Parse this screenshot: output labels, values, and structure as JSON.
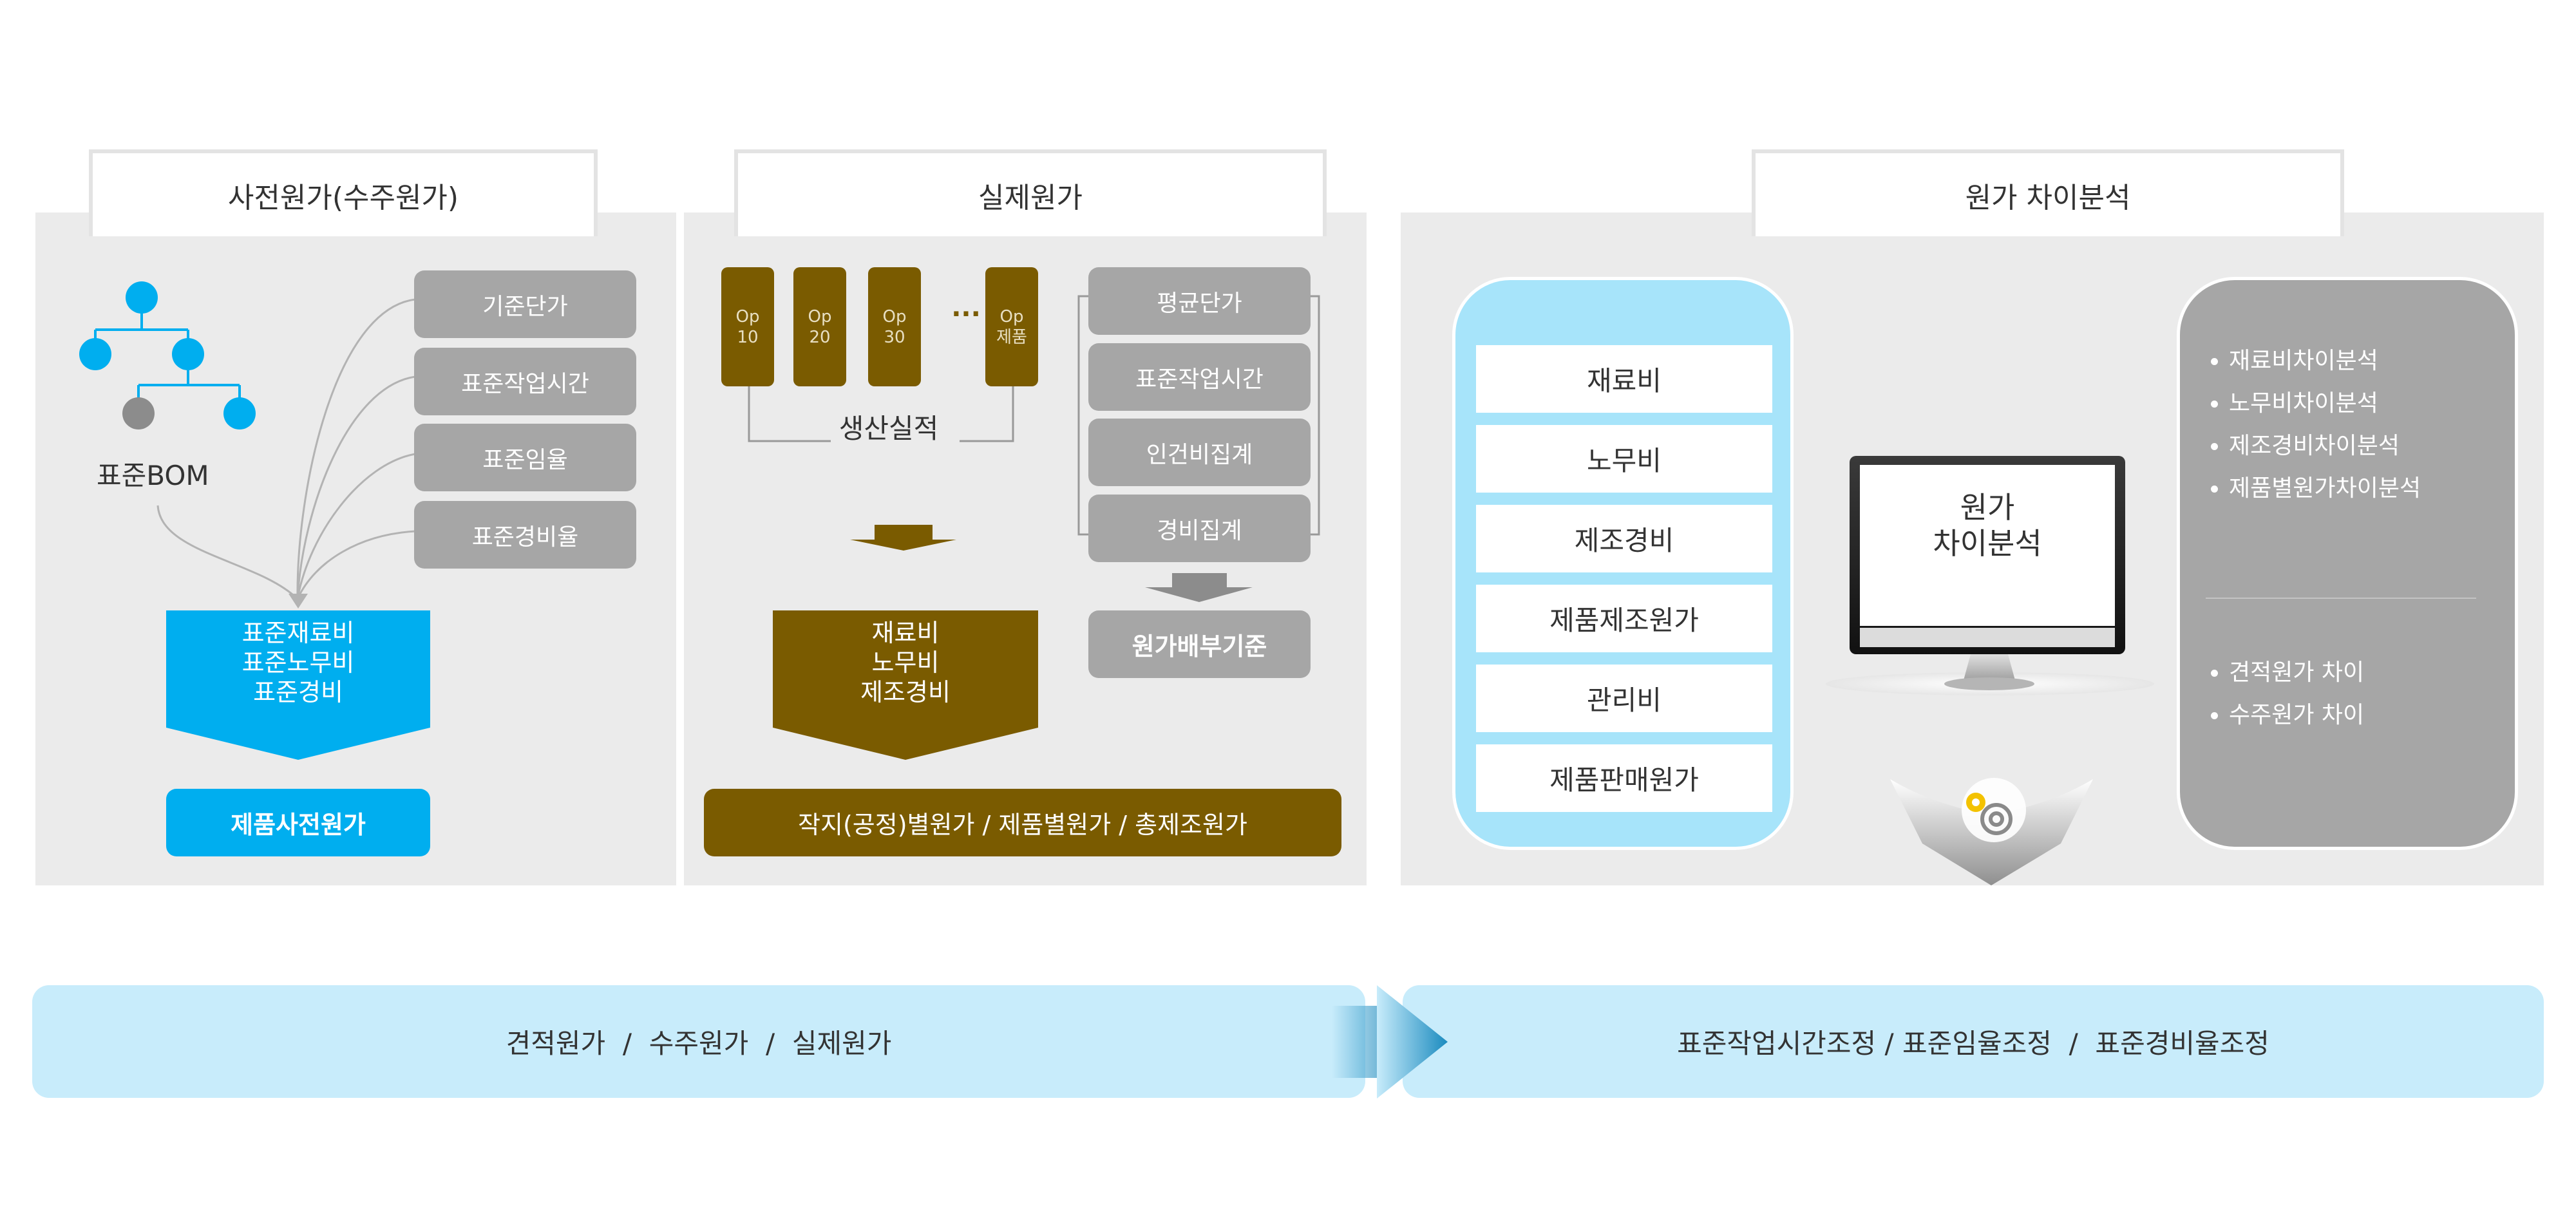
{
  "panel1": {
    "title": "사전원가(수주원가)",
    "items": [
      "기준단가",
      "표준작업시간",
      "표준임율",
      "표준경비율"
    ],
    "bom_label": "표준BOM",
    "blue_lines": [
      "표준재료비",
      "표준노무비",
      "표준경비"
    ],
    "result": "제품사전원가",
    "colors": {
      "blue": "#00aeef",
      "gray_node": "#8c8c8c",
      "gray_box": "#a6a6a6"
    }
  },
  "panel2": {
    "title": "실제원가",
    "ops": [
      {
        "line1": "Op",
        "line2": "10"
      },
      {
        "line1": "Op",
        "line2": "20"
      },
      {
        "line1": "Op",
        "line2": "30"
      },
      {
        "line1": "Op",
        "line2": "제품"
      }
    ],
    "ellipsis": "···",
    "production_label": "생산실적",
    "items": [
      "평균단가",
      "표준작업시간",
      "인건비집계",
      "경비집계"
    ],
    "allocation": "원가배부기준",
    "brown_lines": [
      "재료비",
      "노무비",
      "제조경비"
    ],
    "result": "작지(공정)별원가 / 제품별원가 / 총제조원가",
    "colors": {
      "brown": "#7a5b00"
    }
  },
  "panel3": {
    "title": "원가 차이분석",
    "cost_items": [
      "재료비",
      "노무비",
      "제조경비",
      "제품제조원가",
      "관리비",
      "제품판매원가"
    ],
    "monitor_lines": [
      "원가",
      "차이분석"
    ],
    "bullets_top": [
      "재료비차이분석",
      "노무비차이분석",
      "제조경비차이분석",
      "제품별원가차이분석"
    ],
    "bullets_bottom": [
      "견적원가 차이",
      "수주원가 차이"
    ],
    "colors": {
      "light_blue": "#a7e4fa"
    }
  },
  "bottom": {
    "left": "견적원가  /  수주원가  /  실제원가",
    "right": "표준작업시간조정 / 표준임율조정  /  표준경비율조정",
    "colors": {
      "band": "#c8ecfb",
      "arrow": "#1b8bbf"
    }
  }
}
